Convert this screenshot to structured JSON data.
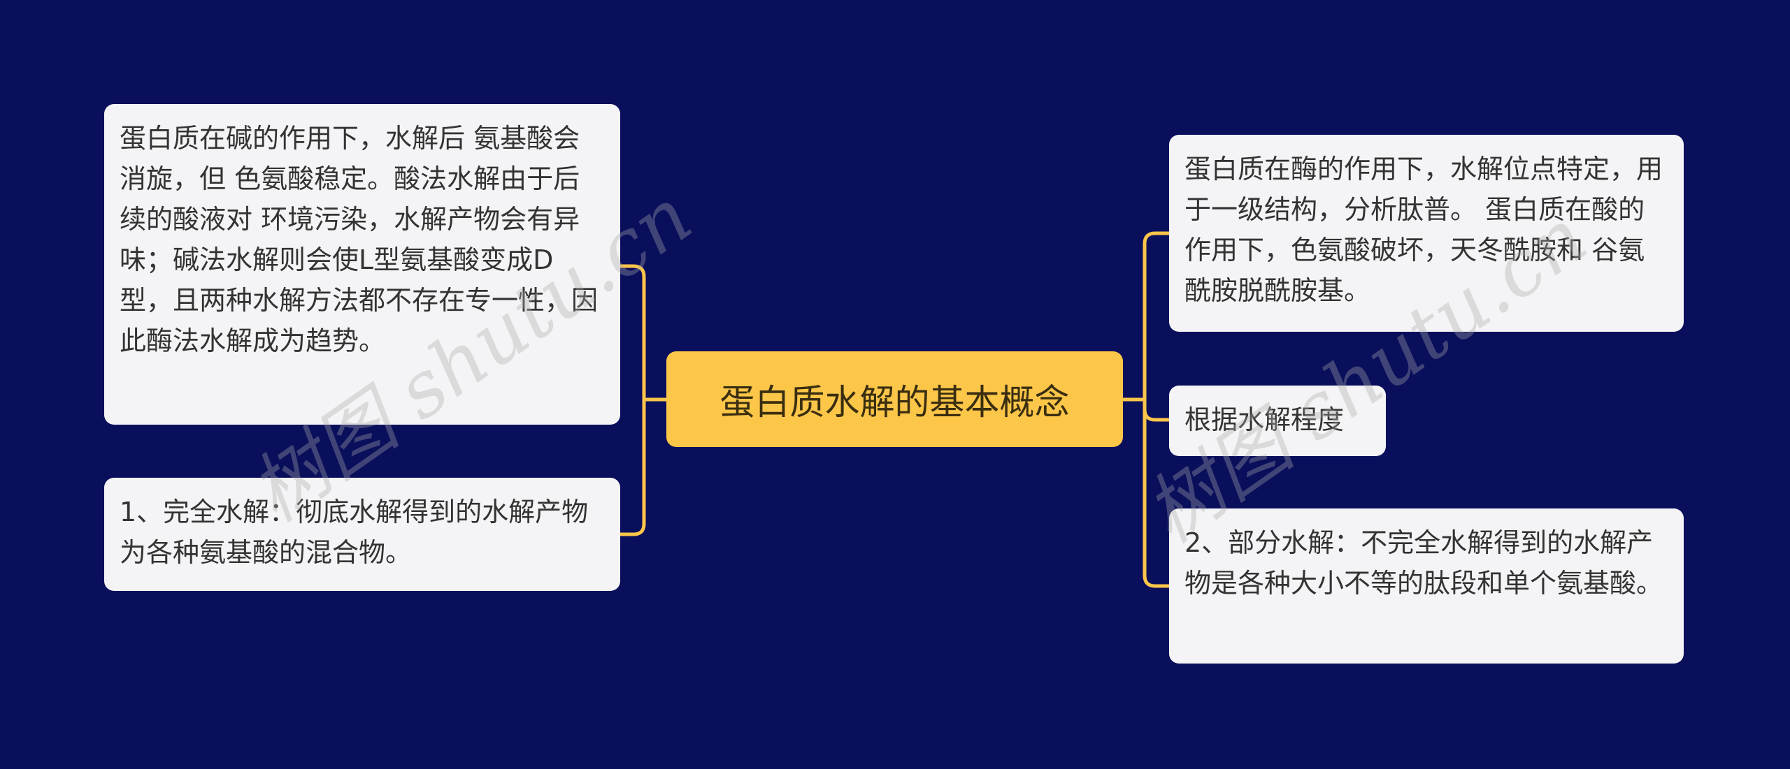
{
  "root": {
    "label": "蛋白质水解的基本概念",
    "color": "#fcc649"
  },
  "left_nodes": [
    {
      "text": "蛋白质在碱的作用下，水解后 氨基酸会消旋，但 色氨酸稳定。酸法水解由于后续的酸液对 环境污染，水解产物会有异味；碱法水解则会使L型氨基酸变成D型，且两种水解方法都不存在专一性，因此酶法水解成为趋势。"
    },
    {
      "text": "1、完全水解：彻底水解得到的水解产物为各种氨基酸的混合物。"
    }
  ],
  "right_nodes": [
    {
      "text": "蛋白质在酶的作用下，水解位点特定，用于一级结构，分析肽普。 蛋白质在酸的作用下，色氨酸破坏，天冬酰胺和 谷氨酰胺脱酰胺基。"
    },
    {
      "text": "根据水解程度"
    },
    {
      "text": "2、部分水解：不完全水解得到的水解产物是各种大小不等的肽段和单个氨基酸。"
    }
  ],
  "watermarks": [
    "树图 shutu.cn",
    "树图 shutu.cn"
  ],
  "colors": {
    "background": "#0a0f5c",
    "connector": "#fcc649",
    "node_fill": "#f4f4f6",
    "node_text": "#333333"
  }
}
